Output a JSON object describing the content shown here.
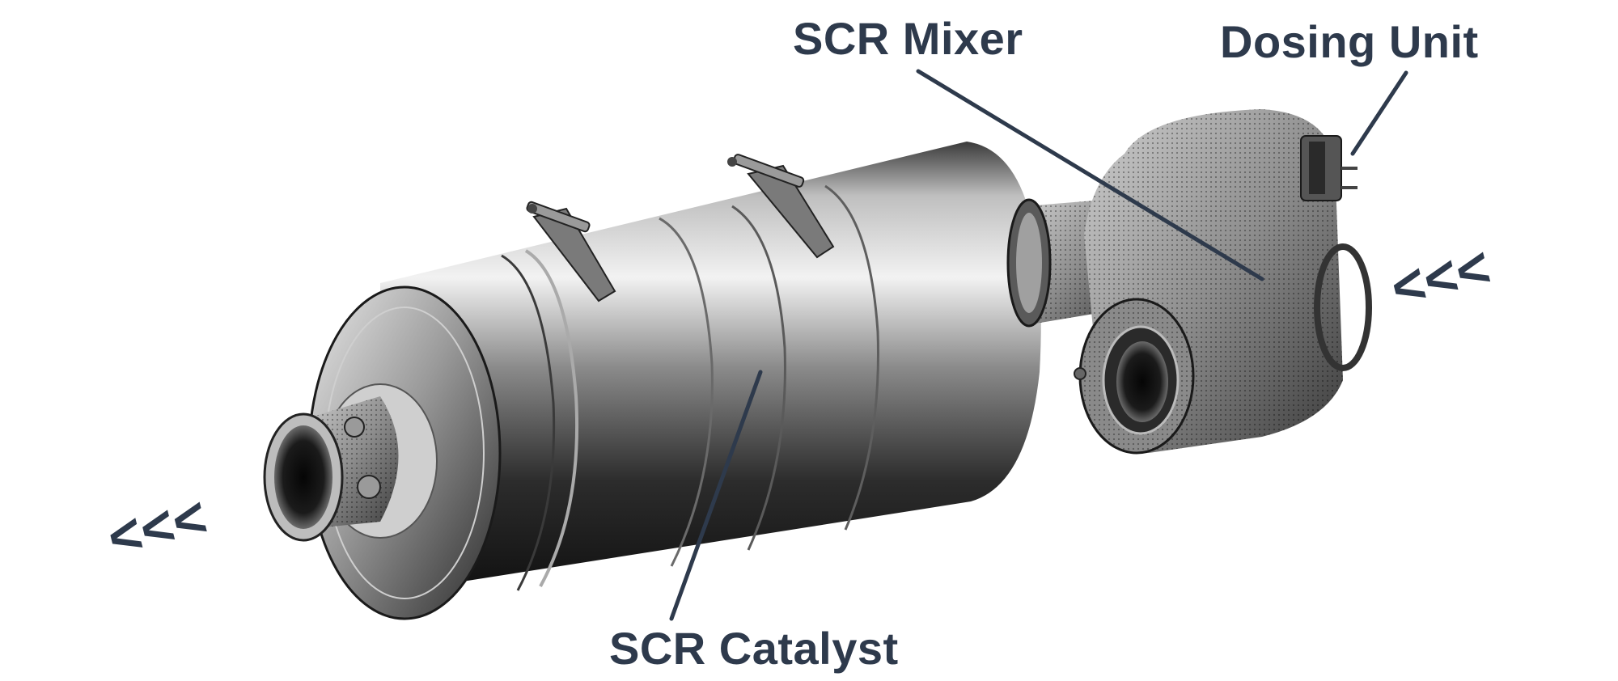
{
  "labels": {
    "scr_mixer": "SCR Mixer",
    "dosing_unit": "Dosing Unit",
    "scr_catalyst": "SCR Catalyst"
  },
  "flow_arrows": {
    "inlet": "<<<",
    "outlet": "<<<"
  },
  "colors": {
    "label_text": "#2e3a4c",
    "leader_line": "#2e3a4c",
    "arrow": "#2e3a4c",
    "background": "#ffffff"
  }
}
